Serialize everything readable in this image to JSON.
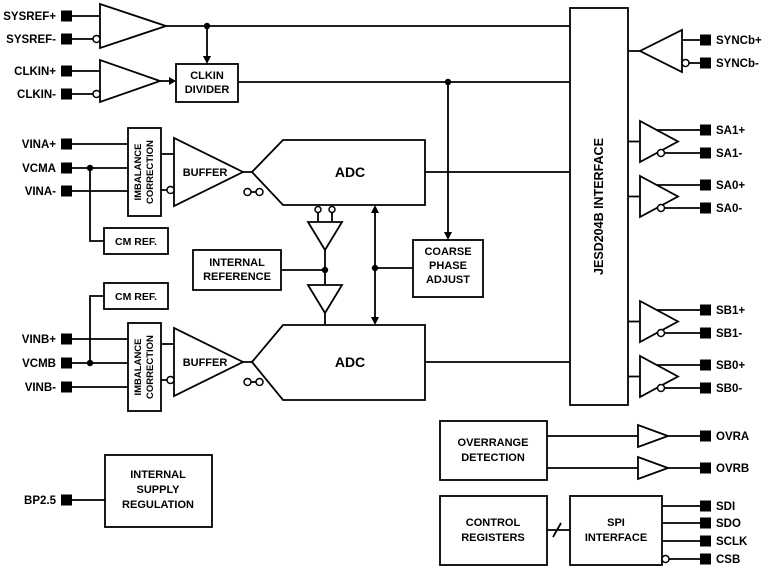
{
  "figure": {
    "background": "#ffffff",
    "line_color": "#000000"
  },
  "pins": {
    "left": [
      "SYSREF+",
      "SYSREF-",
      "CLKIN+",
      "CLKIN-",
      "VINA+",
      "VCMA",
      "VINA-",
      "VINB+",
      "VCMB",
      "VINB-",
      "BP2.5"
    ],
    "right": [
      "SYNCb+",
      "SYNCb-",
      "SA1+",
      "SA1-",
      "SA0+",
      "SA0-",
      "SB1+",
      "SB1-",
      "SB0+",
      "SB0-",
      "OVRA",
      "OVRB",
      "SDI",
      "SDO",
      "SCLK",
      "CSB"
    ]
  },
  "blocks": {
    "clkin_divider": [
      "CLKIN",
      "DIVIDER"
    ],
    "imbalance_correction": [
      "IMBALANCE",
      "CORRECTION"
    ],
    "buffer": "BUFFER",
    "adc": "ADC",
    "cm_ref": "CM REF.",
    "internal_reference": [
      "INTERNAL",
      "REFERENCE"
    ],
    "coarse_phase_adjust": [
      "COARSE",
      "PHASE",
      "ADJUST"
    ],
    "jesd204b_interface": "JESD204B INTERFACE",
    "overrange_detection": [
      "OVERRANGE",
      "DETECTION"
    ],
    "control_registers": [
      "CONTROL",
      "REGISTERS"
    ],
    "spi_interface": [
      "SPI",
      "INTERFACE"
    ],
    "internal_supply_regulation": [
      "INTERNAL",
      "SUPPLY",
      "REGULATION"
    ]
  }
}
